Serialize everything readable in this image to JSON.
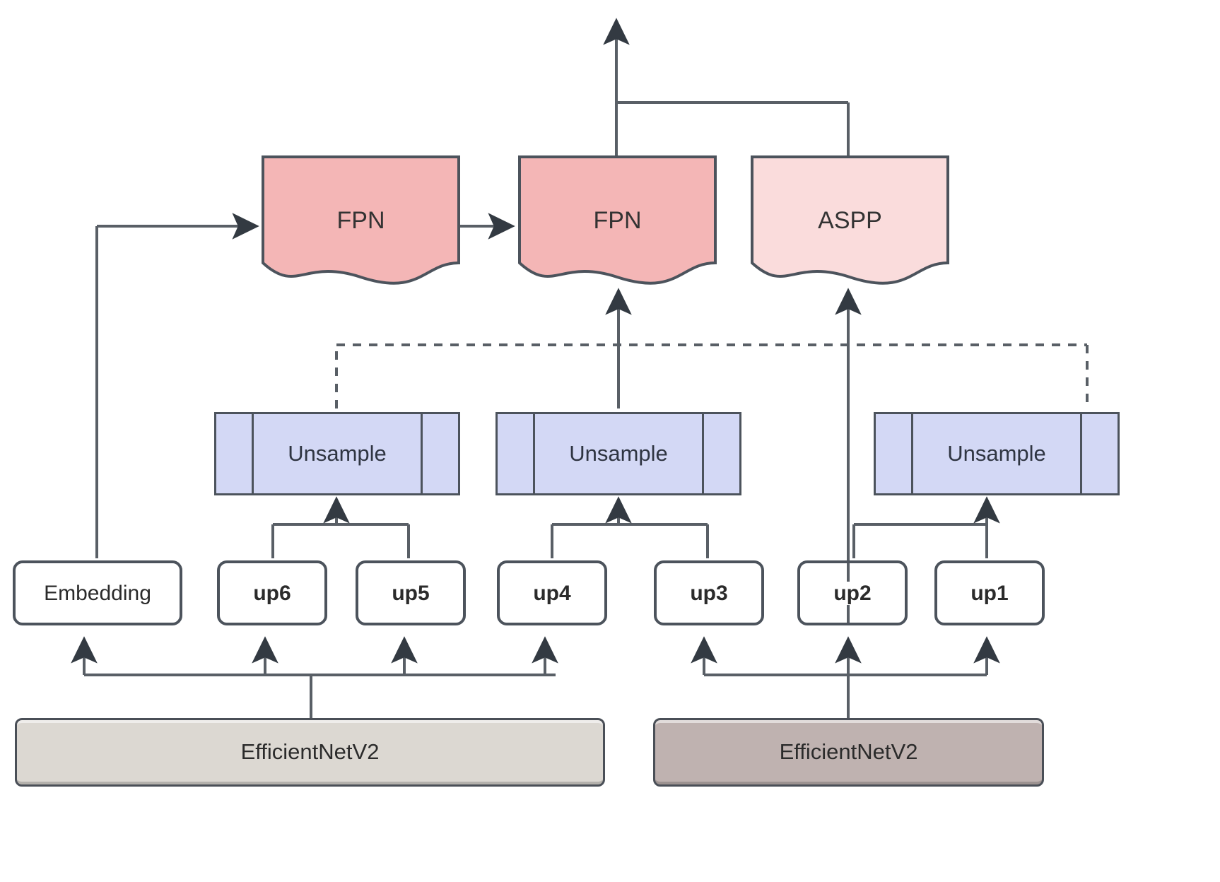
{
  "diagram": {
    "title": "Network architecture with dual EfficientNetV2 backbones, upsampling blocks, FPN and ASPP heads",
    "colors": {
      "stroke": "#4c535c",
      "fpn_fill": "#f4b6b6",
      "aspp_fill": "#fadcdc",
      "unsample_fill": "#d3d8f5",
      "backbone_left_fill": "#dcd8d2",
      "backbone_right_fill": "#bfb2b0",
      "node_fill": "#ffffff",
      "text": "#333333",
      "background": "#ffffff"
    }
  },
  "nodes": {
    "fpn_left": {
      "label": "FPN",
      "shape": "document",
      "fill": "#f4b6b6"
    },
    "fpn_right": {
      "label": "FPN",
      "shape": "document",
      "fill": "#f4b6b6"
    },
    "aspp": {
      "label": "ASPP",
      "shape": "document",
      "fill": "#fadcdc"
    },
    "unsample_1": {
      "label": "Unsample",
      "shape": "predefined-process"
    },
    "unsample_2": {
      "label": "Unsample",
      "shape": "predefined-process"
    },
    "unsample_3": {
      "label": "Unsample",
      "shape": "predefined-process"
    },
    "embedding": {
      "label": "Embedding",
      "shape": "rounded-rect",
      "bold": false
    },
    "up6": {
      "label": "up6",
      "shape": "rounded-rect",
      "bold": true
    },
    "up5": {
      "label": "up5",
      "shape": "rounded-rect",
      "bold": true
    },
    "up4": {
      "label": "up4",
      "shape": "rounded-rect",
      "bold": true
    },
    "up3": {
      "label": "up3",
      "shape": "rounded-rect",
      "bold": true
    },
    "up2": {
      "label": "up2",
      "shape": "rounded-rect",
      "bold": true
    },
    "up1": {
      "label": "up1",
      "shape": "rounded-rect",
      "bold": true
    },
    "backbone_left": {
      "label": "EfficientNetV2",
      "shape": "block",
      "fill": "#dcd8d2"
    },
    "backbone_right": {
      "label": "EfficientNetV2",
      "shape": "block",
      "fill": "#bfb2b0"
    }
  },
  "edges": [
    {
      "from": "backbone_left",
      "to": "embedding",
      "style": "solid",
      "arrow": true
    },
    {
      "from": "backbone_left",
      "to": "up6",
      "style": "solid",
      "arrow": true
    },
    {
      "from": "backbone_left",
      "to": "up5",
      "style": "solid",
      "arrow": true
    },
    {
      "from": "backbone_left",
      "to": "up4",
      "style": "solid",
      "arrow": true
    },
    {
      "from": "backbone_right",
      "to": "up3",
      "style": "solid",
      "arrow": true
    },
    {
      "from": "backbone_right",
      "to": "up2",
      "style": "solid",
      "arrow": true
    },
    {
      "from": "backbone_right",
      "to": "up1",
      "style": "solid",
      "arrow": true
    },
    {
      "from": "up6",
      "to": "unsample_1",
      "style": "solid",
      "arrow": true
    },
    {
      "from": "up5",
      "to": "unsample_1",
      "style": "solid",
      "arrow": true
    },
    {
      "from": "up4",
      "to": "unsample_2",
      "style": "solid",
      "arrow": true
    },
    {
      "from": "up3",
      "to": "unsample_2",
      "style": "solid",
      "arrow": true
    },
    {
      "from": "up2",
      "to": "unsample_3",
      "style": "solid",
      "arrow": true
    },
    {
      "from": "up1",
      "to": "unsample_3",
      "style": "solid",
      "arrow": true
    },
    {
      "from": "unsample_1",
      "to": "unsample_3",
      "style": "dashed",
      "arrow": false
    },
    {
      "from": "unsample_2",
      "to": "fpn_right",
      "style": "solid",
      "arrow": true
    },
    {
      "from": "backbone_right",
      "to": "aspp",
      "style": "solid",
      "arrow": true
    },
    {
      "from": "embedding",
      "to": "fpn_left",
      "style": "solid",
      "arrow": true
    },
    {
      "from": "fpn_left",
      "to": "fpn_right",
      "style": "solid",
      "arrow": true
    },
    {
      "from": "aspp",
      "to": "output",
      "style": "solid",
      "arrow": false
    },
    {
      "from": "fpn_right",
      "to": "output",
      "style": "solid",
      "arrow": true
    }
  ]
}
